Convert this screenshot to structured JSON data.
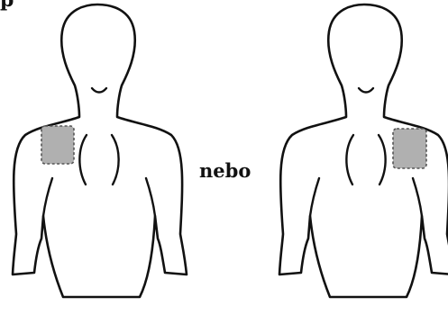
{
  "top_mark": "p",
  "divider": "nebo",
  "colors": {
    "outline": "#111111",
    "patch_fill": "#b0b0b0",
    "patch_border": "#555555"
  },
  "figures": [
    {
      "name": "back-figure-left",
      "patch_side": "left"
    },
    {
      "name": "back-figure-right",
      "patch_side": "right"
    }
  ]
}
